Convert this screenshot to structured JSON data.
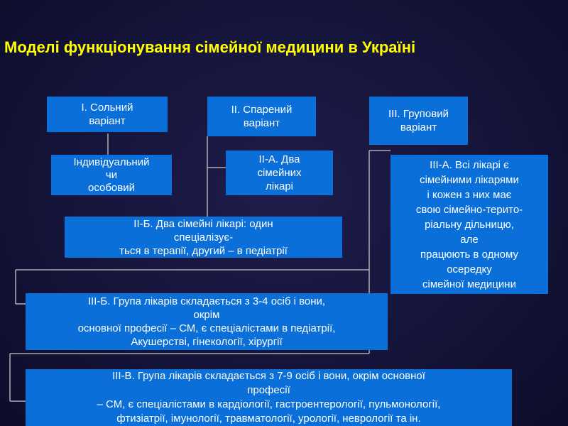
{
  "title": "Моделі функціонування сімейної медицини в Україні",
  "colors": {
    "box": "#0a6fd8",
    "title": "#ffff00",
    "background": "#15143a",
    "connector": "#c8c8c8"
  },
  "boxes": {
    "solo": "I. Сольний\nваріант",
    "paired": "II. Спарений\nваріант",
    "group": "III. Груповий\nваріант",
    "individual": "Індивідуальний\nчи\nособовий",
    "iia": "II-A. Два\nсімейних\nлікарі",
    "iiia": "III-A. Всі лікарі є\nсімейними лікарями\nі кожен з них має\nсвою сімейно-терито-\nріальну дільницю,\nале\nпрацюють в одному\nосередку\nсімейної медицини",
    "iib": "II-Б. Два сімейні лікарі: один\nспеціалізує-\nться в терапії, другий – в педіатрії",
    "iiib": "III-Б. Група лікарів складається з 3-4 осіб і вони,\nокрім\nосновної професії – СМ, є спеціалістами в педіатрії,\nАкушерстві, гінекології, хірургії",
    "iiiv": "III-В. Група лікарів складається з 7-9 осіб і вони, окрім основної\nпрофесії\n– СМ, є спеціалістами в кардіології, гастроентерології, пульмонології,\nфтизіатрії, імунології, травматології, урології, неврології та ін."
  }
}
